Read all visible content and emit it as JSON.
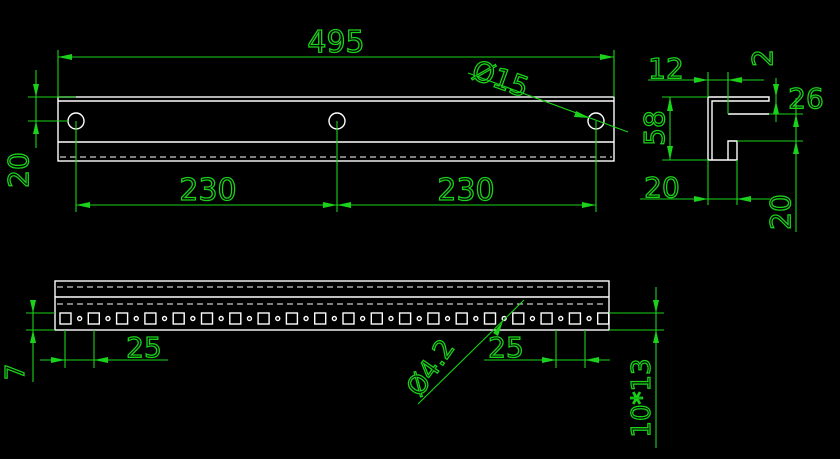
{
  "colors": {
    "background": "#000000",
    "part_outline": "#ffffff",
    "dimension": "#19d219"
  },
  "top_view": {
    "overall_length": "495",
    "hole_diameter": "Ø15",
    "hole_spacing_left": "230",
    "hole_spacing_right": "230",
    "hole_edge_offset": "20"
  },
  "profile_view": {
    "flange_width": "12",
    "lip_thickness": "2",
    "height": "58",
    "inner_depth": "26",
    "base_width": "20",
    "base_height": "20"
  },
  "front_view": {
    "slot_pitch_left": "25",
    "small_hole_diameter": "Ø4.2",
    "slot_pitch_right": "25",
    "slot_offset": "7",
    "slot_size": "10*13"
  }
}
